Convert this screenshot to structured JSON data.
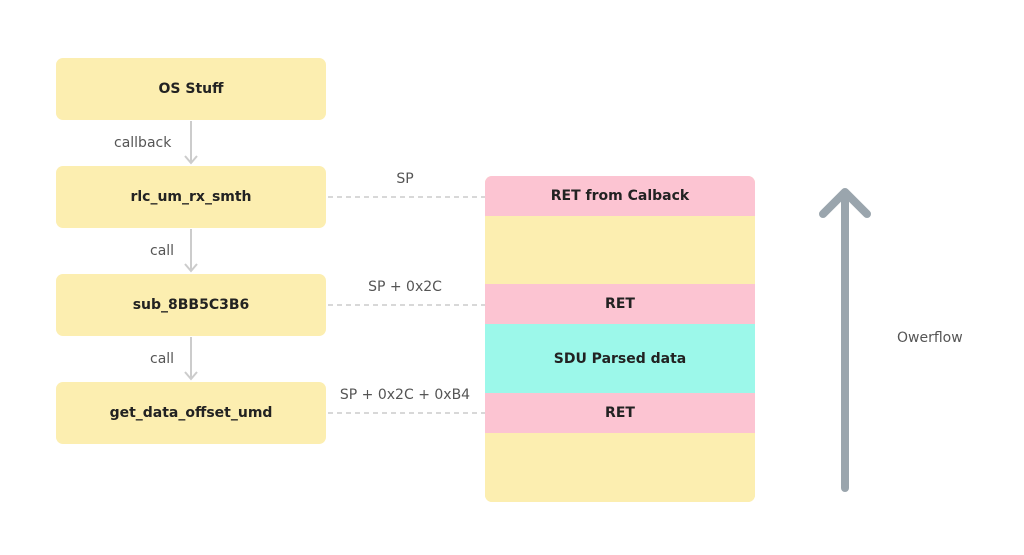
{
  "colors": {
    "function_box": "#fceeb0",
    "return_slot": "#fcc4d2",
    "parsed_data": "#9cf8ea",
    "stack_fill": "#fceeb0",
    "connector": "#cccccc",
    "overflow_arrow": "#9aa5ad"
  },
  "call_chain": {
    "functions": [
      "OS Stuff",
      "rlc_um_rx_smth",
      "sub_8BB5C3B6",
      "get_data_offset_umd"
    ],
    "edges": [
      "callback",
      "call",
      "call"
    ]
  },
  "stack": {
    "pointers": [
      "SP",
      "SP + 0x2C",
      "SP + 0x2C + 0xB4"
    ],
    "segments": [
      {
        "label": "RET from Calback",
        "kind": "return"
      },
      {
        "label": "",
        "kind": "empty"
      },
      {
        "label": "RET",
        "kind": "return"
      },
      {
        "label": "SDU Parsed data",
        "kind": "data"
      },
      {
        "label": "RET",
        "kind": "return"
      },
      {
        "label": "",
        "kind": "empty"
      }
    ]
  },
  "overflow": {
    "label": "Owerflow",
    "icon": "arrow-up-icon"
  }
}
